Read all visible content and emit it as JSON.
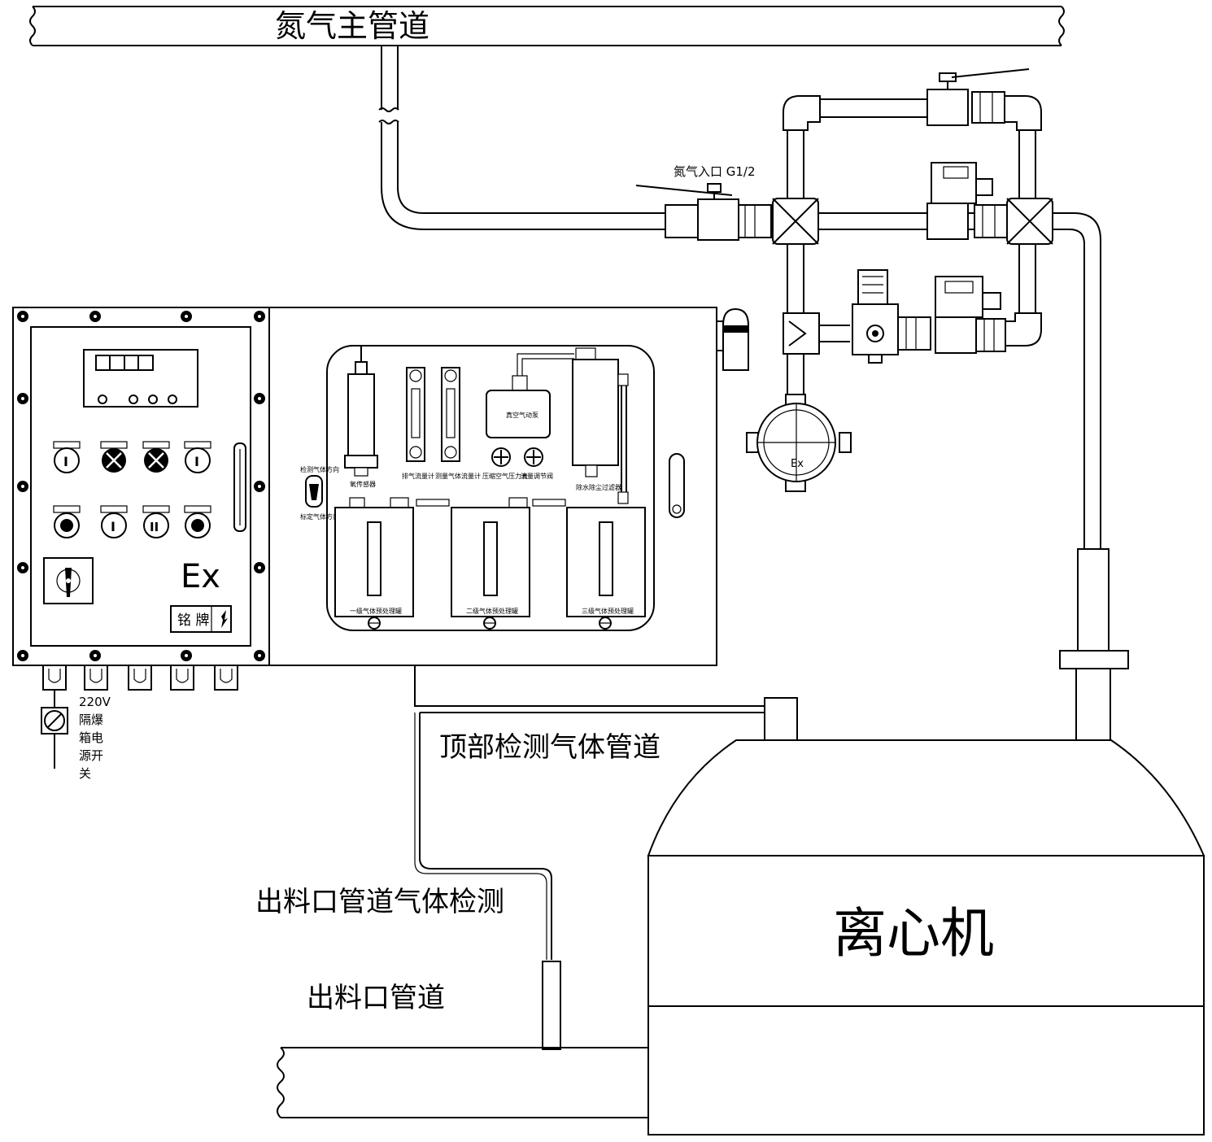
{
  "labels": {
    "nitrogen_main_pipe": "氮气主管道",
    "nitrogen_inlet": "氮气入口 G1/2",
    "junction_box_ex": "Ex",
    "ex_mark": "Ex",
    "nameplate": "铭 牌",
    "power_switch": [
      "220V",
      "隔爆",
      "箱电",
      "源开",
      "关"
    ],
    "oxygen_sensor": "氧传感器",
    "detect_gas_direction": "检测气体方向",
    "calibration_gas_direction": "标定气体方向",
    "exhaust_flowmeter": "排气流量计",
    "measuring_gas_flowmeter": "测量气体流量计",
    "vacuum_pump": "真空气动泵",
    "compressed_air_gauge": "压缩空气压力表",
    "flow_control_valve": "流量调节阀",
    "dewater_dust_filter": "除水除尘过滤器",
    "tank_1": "一级气体预处理罐",
    "tank_2": "二级气体预处理罐",
    "tank_3": "三级气体预处理罐",
    "top_detection_pipe": "顶部检测气体管道",
    "outlet_gas_detection": "出料口管道气体检测",
    "outlet_pipe": "出料口管道",
    "centrifuge": "离心机"
  }
}
